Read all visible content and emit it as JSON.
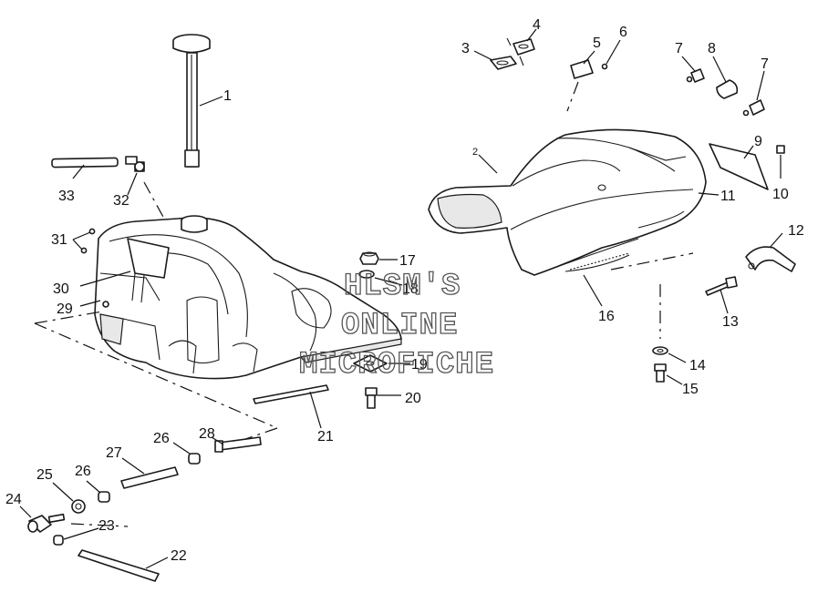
{
  "watermark": {
    "line1": "HLSM'S",
    "line2": "ONLINE",
    "line3": "MICROFICHE"
  },
  "callouts": [
    {
      "id": "c1",
      "text": "1"
    },
    {
      "id": "c2",
      "text": "2"
    },
    {
      "id": "c3",
      "text": "3"
    },
    {
      "id": "c4",
      "text": "4"
    },
    {
      "id": "c5",
      "text": "5"
    },
    {
      "id": "c6",
      "text": "6"
    },
    {
      "id": "c7a",
      "text": "7"
    },
    {
      "id": "c7b",
      "text": "7"
    },
    {
      "id": "c8",
      "text": "8"
    },
    {
      "id": "c9",
      "text": "9"
    },
    {
      "id": "c10",
      "text": "10"
    },
    {
      "id": "c11",
      "text": "11"
    },
    {
      "id": "c12",
      "text": "12"
    },
    {
      "id": "c13",
      "text": "13"
    },
    {
      "id": "c14",
      "text": "14"
    },
    {
      "id": "c15",
      "text": "15"
    },
    {
      "id": "c16",
      "text": "16"
    },
    {
      "id": "c17",
      "text": "17"
    },
    {
      "id": "c18",
      "text": "18"
    },
    {
      "id": "c19",
      "text": "19"
    },
    {
      "id": "c20",
      "text": "20"
    },
    {
      "id": "c21",
      "text": "21"
    },
    {
      "id": "c22",
      "text": "22"
    },
    {
      "id": "c23",
      "text": "23"
    },
    {
      "id": "c24",
      "text": "24"
    },
    {
      "id": "c25",
      "text": "25"
    },
    {
      "id": "c26a",
      "text": "26"
    },
    {
      "id": "c26b",
      "text": "26"
    },
    {
      "id": "c27",
      "text": "27"
    },
    {
      "id": "c28",
      "text": "28"
    },
    {
      "id": "c29",
      "text": "29"
    },
    {
      "id": "c30",
      "text": "30"
    },
    {
      "id": "c31",
      "text": "31"
    },
    {
      "id": "c32",
      "text": "32"
    },
    {
      "id": "c33",
      "text": "33"
    }
  ]
}
